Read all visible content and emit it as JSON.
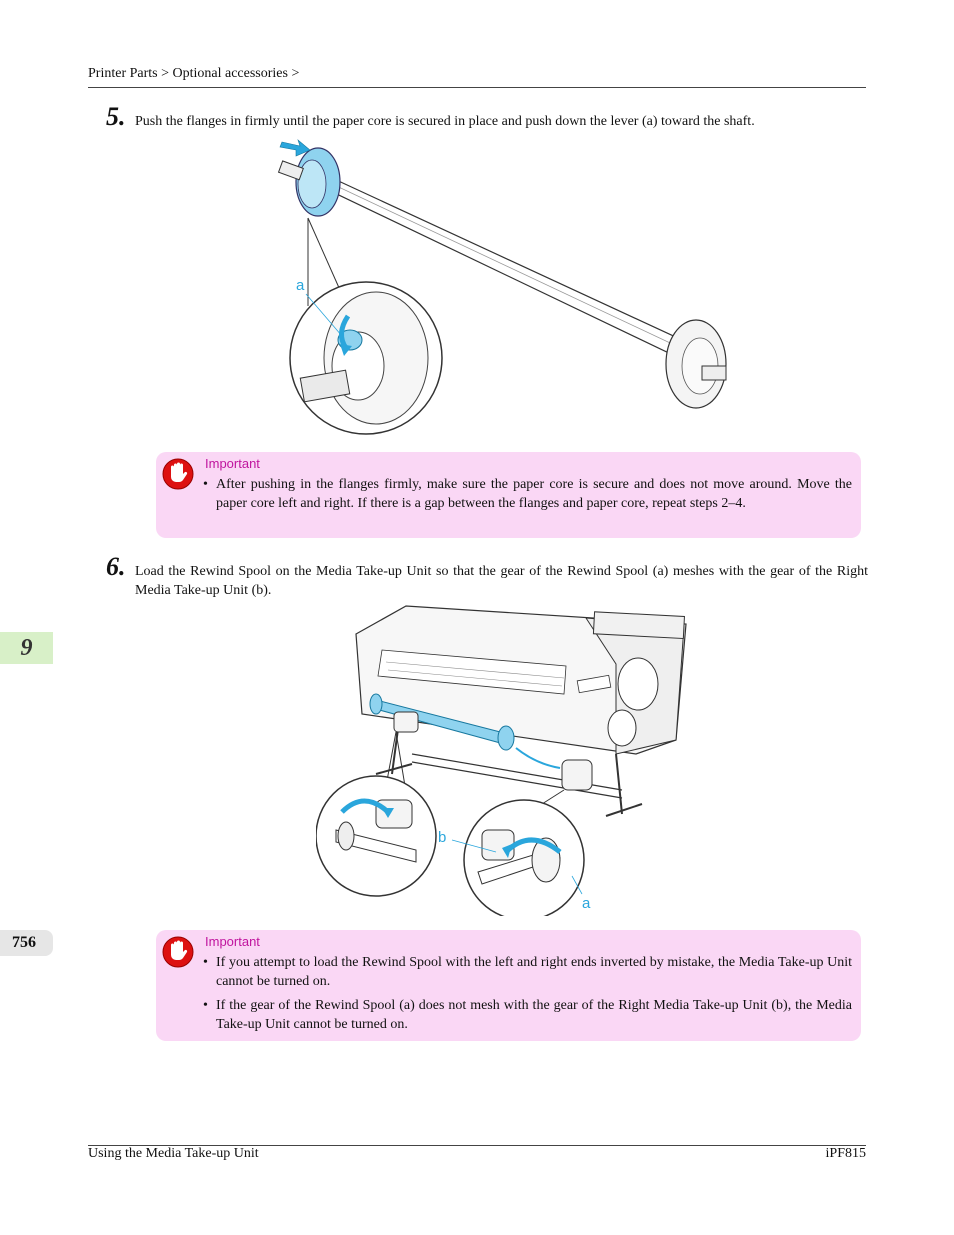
{
  "header": {
    "breadcrumb": "Printer Parts > Optional accessories >"
  },
  "steps": [
    {
      "number": "5.",
      "text": "Push the flanges in firmly until the paper core is secured in place and push down the lever (a) toward the shaft."
    },
    {
      "number": "6.",
      "text": "Load the Rewind Spool on the Media Take-up Unit so that the gear of the Rewind Spool (a) meshes with the gear of the Right Media Take-up Unit (b)."
    }
  ],
  "figure1": {
    "label_a": "a"
  },
  "figure2": {
    "label_a": "a",
    "label_b": "b"
  },
  "important1": {
    "label": "Important",
    "bullets": [
      "After pushing in the flanges firmly, make sure the paper core is secure and does not move around. Move the paper core left and right. If there is a gap between the flanges and paper core, repeat steps 2–4."
    ]
  },
  "important2": {
    "label": "Important",
    "bullets": [
      "If you attempt to load the Rewind Spool with the left and right ends inverted by mistake, the Media Take-up Unit cannot be turned on.",
      "If the gear of the Rewind Spool (a) does not mesh with the gear of the Right Media Take-up Unit (b), the Media Take-up Unit cannot be turned on."
    ]
  },
  "side_tabs": {
    "chapter": "9",
    "page": "756"
  },
  "footer": {
    "left": "Using the Media Take-up Unit",
    "right": "iPF815"
  },
  "colors": {
    "important_bg": "#fad7f5",
    "important_label": "#c0159e",
    "flange_blue": "#8fd3ef",
    "arrow_blue": "#2aa6dc",
    "chapter_tab": "#d8f0c8"
  }
}
